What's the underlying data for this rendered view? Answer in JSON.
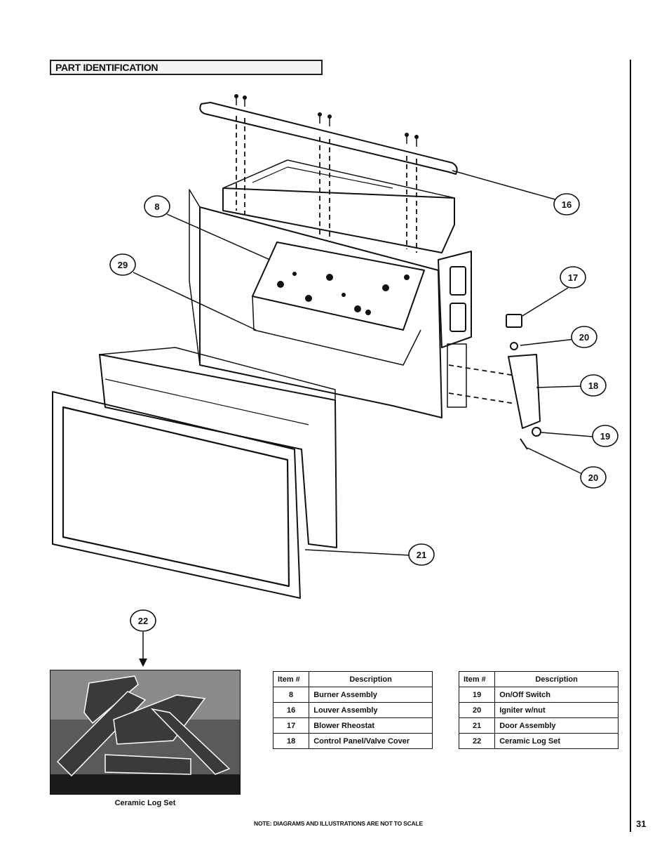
{
  "section_title": "PART IDENTIFICATION",
  "callouts": [
    "8",
    "16",
    "29",
    "17",
    "20",
    "18",
    "19",
    "20",
    "21",
    "22"
  ],
  "photo_caption": "Ceramic Log Set",
  "tables": [
    {
      "header": {
        "item": "Item #",
        "description": "Description"
      },
      "rows": [
        {
          "item": "8",
          "description": "Burner Assembly"
        },
        {
          "item": "16",
          "description": "Louver Assembly"
        },
        {
          "item": "17",
          "description": "Blower Rheostat"
        },
        {
          "item": "18",
          "description": "Control Panel/Valve Cover"
        }
      ]
    },
    {
      "header": {
        "item": "Item #",
        "description": "Description"
      },
      "rows": [
        {
          "item": "19",
          "description": "On/Off Switch"
        },
        {
          "item": "20",
          "description": "Igniter w/nut"
        },
        {
          "item": "21",
          "description": "Door Assembly"
        },
        {
          "item": "22",
          "description": "Ceramic Log Set"
        }
      ]
    }
  ],
  "note": "NOTE: DIAGRAMS AND ILLUSTRATIONS ARE NOT TO SCALE",
  "page_number": "31"
}
